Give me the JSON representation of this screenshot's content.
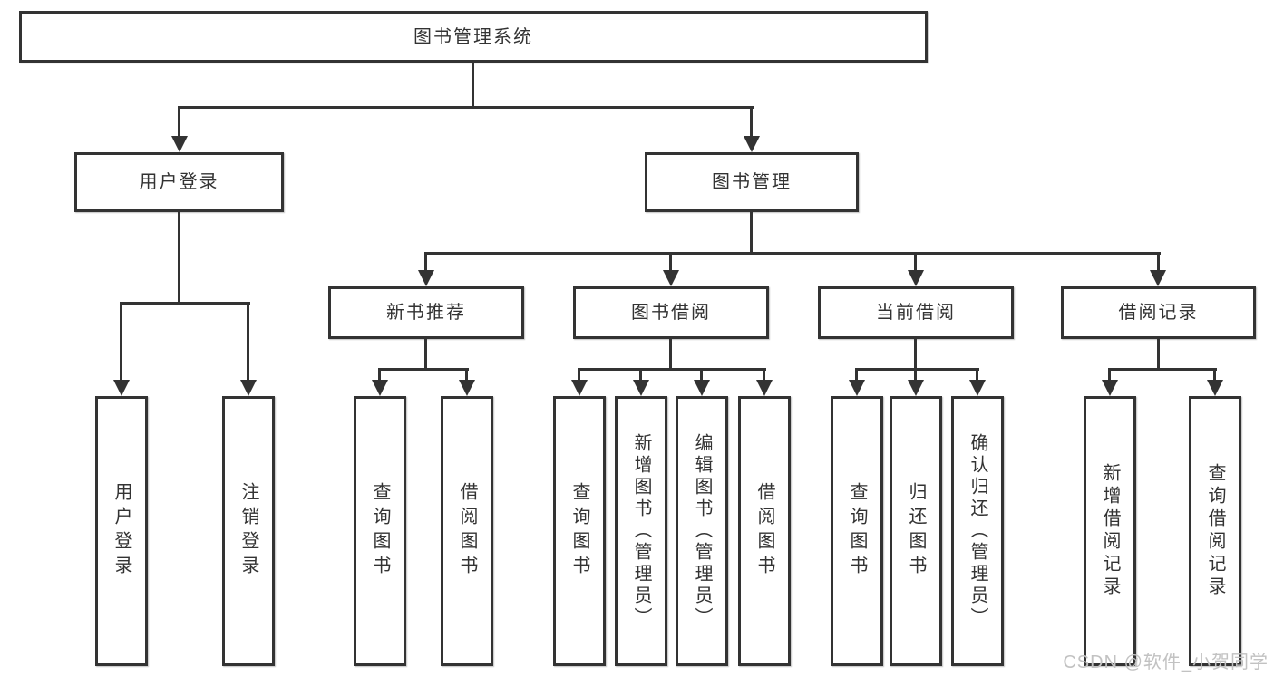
{
  "tree": {
    "root": {
      "label": "图书管理系统"
    },
    "user_login": {
      "label": "用户登录",
      "children": [
        {
          "label": "用户登录"
        },
        {
          "label": "注销登录"
        }
      ]
    },
    "book_management": {
      "label": "图书管理",
      "sections": [
        {
          "label": "新书推荐",
          "children": [
            {
              "label": "查询图书"
            },
            {
              "label": "借阅图书"
            }
          ]
        },
        {
          "label": "图书借阅",
          "children": [
            {
              "label": "查询图书"
            },
            {
              "label": "新增图书（管理员）"
            },
            {
              "label": "编辑图书（管理员）"
            },
            {
              "label": "借阅图书"
            }
          ]
        },
        {
          "label": "当前借阅",
          "children": [
            {
              "label": "查询图书"
            },
            {
              "label": "归还图书"
            },
            {
              "label": "确认归还（管理员）"
            }
          ]
        },
        {
          "label": "借阅记录",
          "children": [
            {
              "label": "新增借阅记录"
            },
            {
              "label": "查询借阅记录"
            }
          ]
        }
      ]
    }
  },
  "watermark": "CSDN @软件_小贺同学",
  "colors": {
    "line": "#333333",
    "text": "#333333",
    "box_fill": "#ffffff",
    "watermark": "#c2c2c2",
    "background": "#ffffff"
  }
}
